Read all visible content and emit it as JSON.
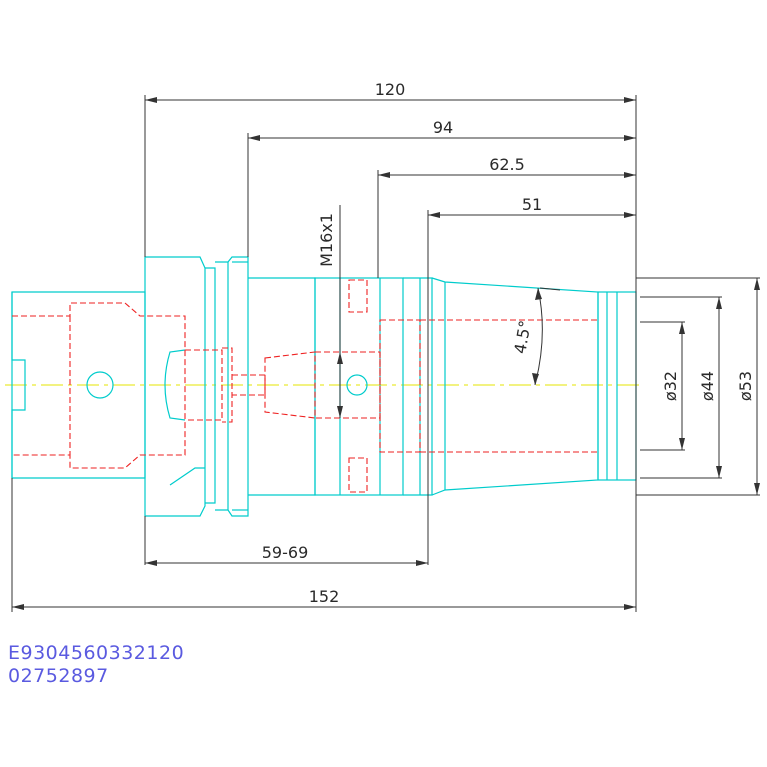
{
  "drawing": {
    "dimensions": {
      "overall_120": "120",
      "flange_to_nose_94": "94",
      "depth_62_5": "62.5",
      "bore_depth_51": "51",
      "clamp_range": "59-69",
      "total_152": "152",
      "thread": "M16x1",
      "taper_angle": "4.5°",
      "dia_32": "ø32",
      "dia_44": "ø44",
      "dia_53": "ø53"
    },
    "colors": {
      "outline": "#00cccc",
      "hidden": "#ee2222",
      "centerline": "#e6e600",
      "dimension": "#333333",
      "code_text": "#5a5ae0"
    }
  },
  "part_codes": {
    "line1": "E9304560332120",
    "line2": "02752897"
  }
}
